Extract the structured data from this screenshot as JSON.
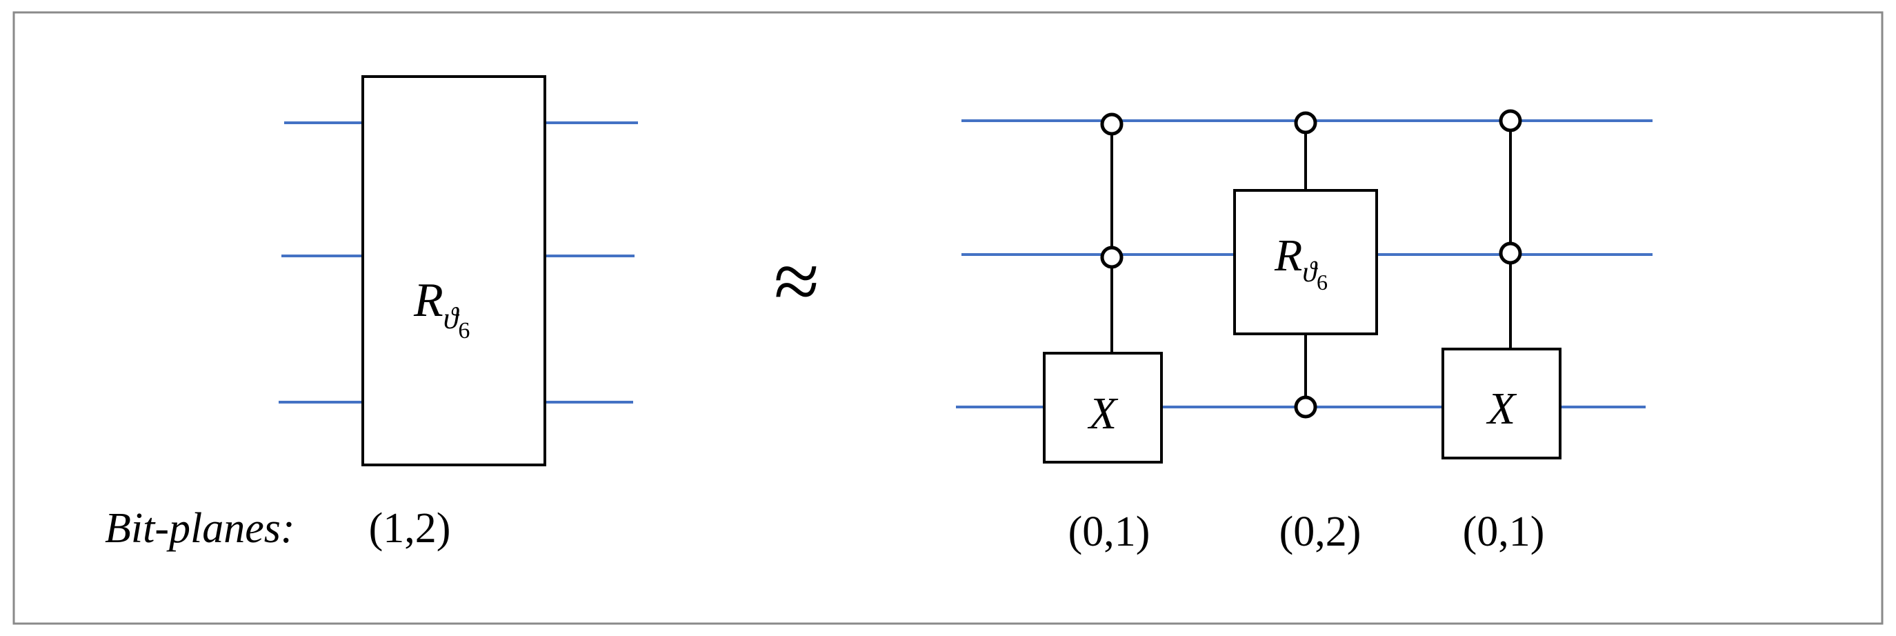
{
  "figure": {
    "approx_symbol": "≈",
    "bitplanes_label": "Bit-planes:",
    "left_gate": {
      "name": "R",
      "subscript_symbol": "ϑ",
      "subscript_index": "6",
      "bitplanes": "(1,2)"
    },
    "right_gates": [
      {
        "name": "X",
        "bitplanes": "(0,1)"
      },
      {
        "name": "R",
        "subscript_symbol": "ϑ",
        "subscript_index": "6",
        "bitplanes": "(0,2)"
      },
      {
        "name": "X",
        "bitplanes": "(0,1)"
      }
    ],
    "colors": {
      "wire": "#4472c4",
      "gate_stroke": "#000000",
      "frame_stroke": "#8a8a8a"
    }
  }
}
